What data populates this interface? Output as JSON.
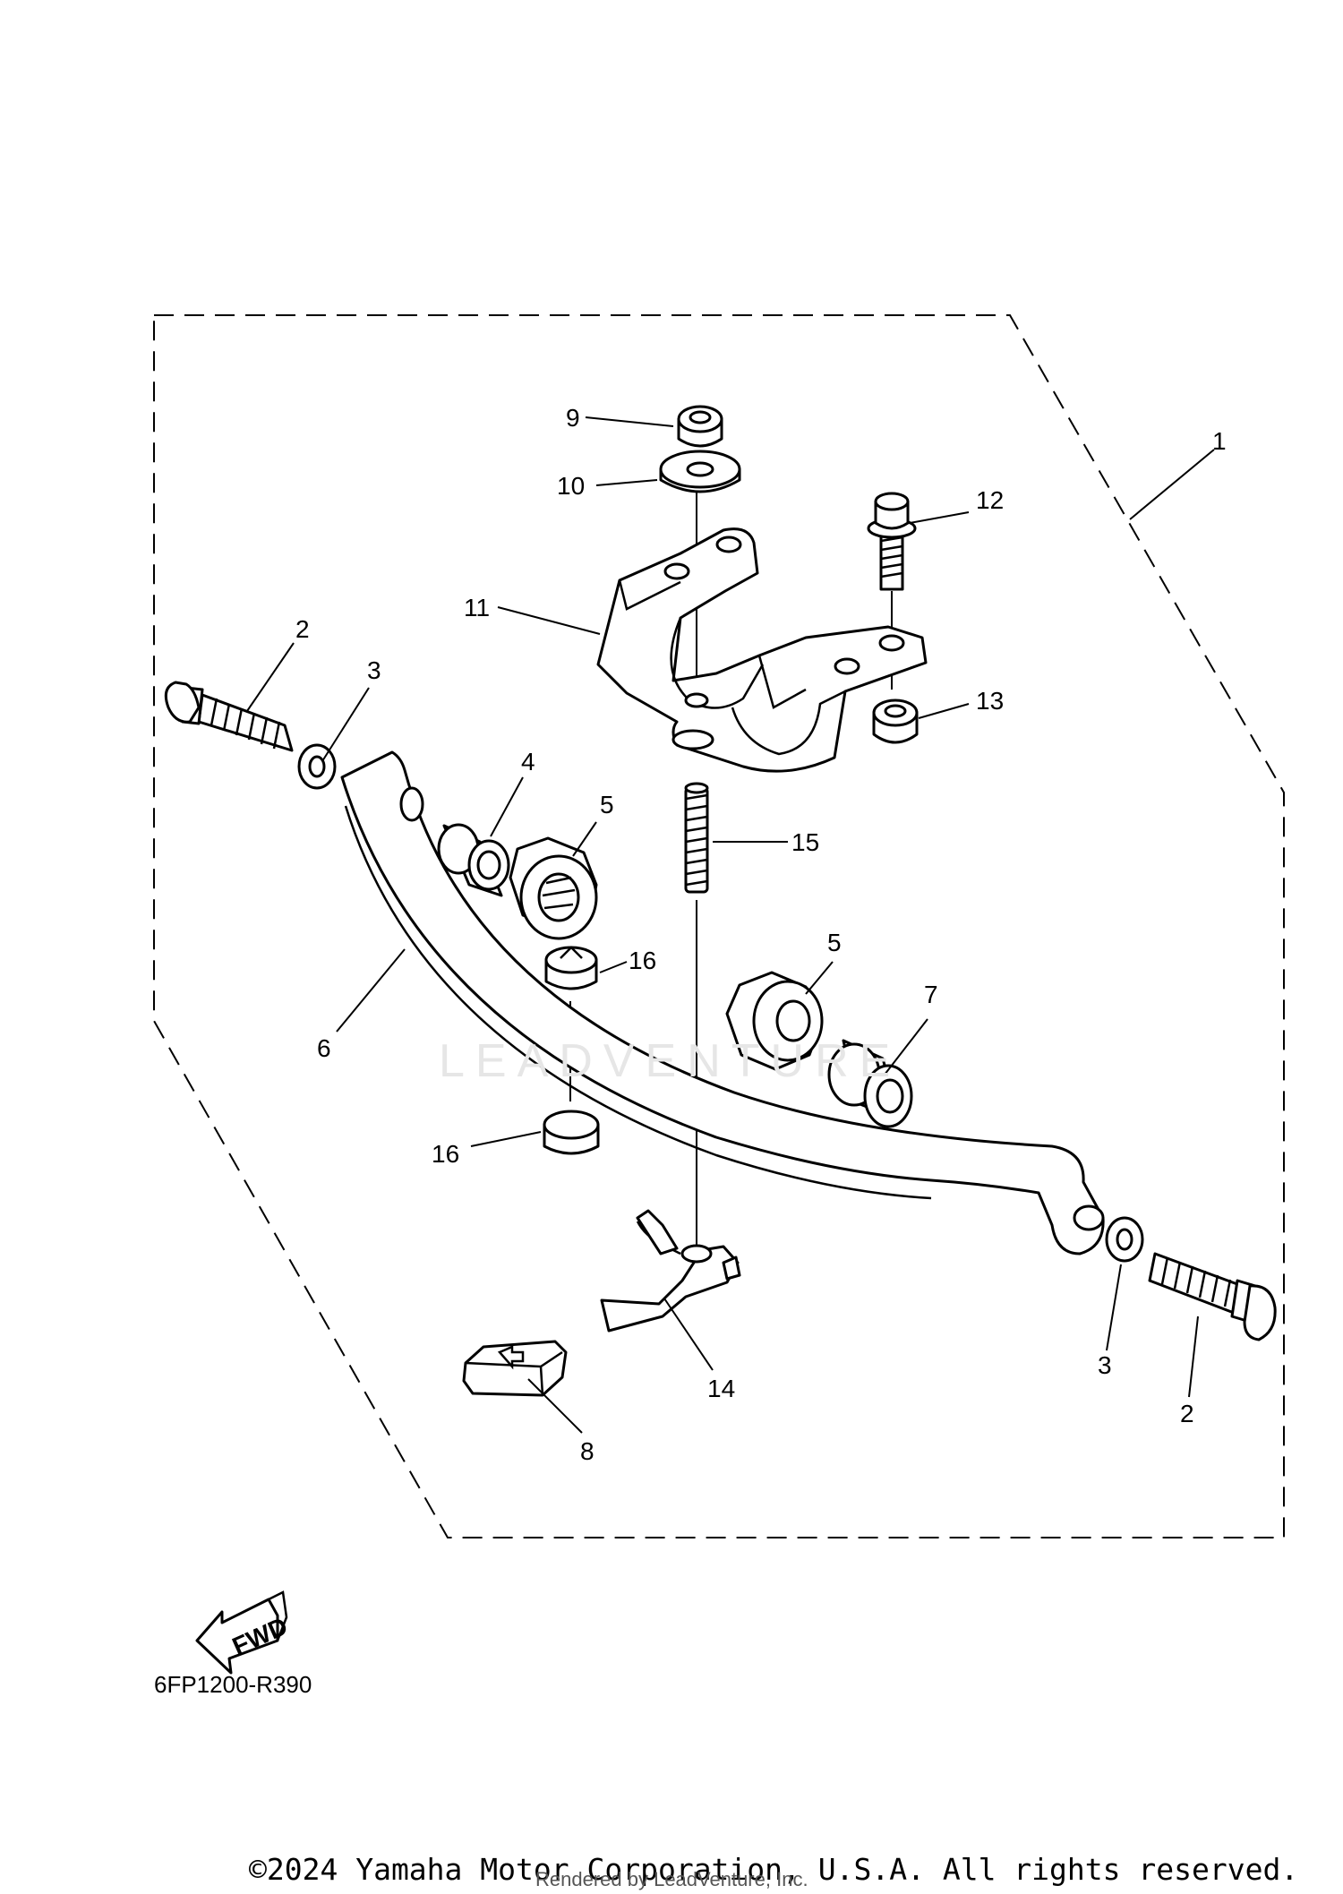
{
  "diagram": {
    "callouts": [
      {
        "id": "c1",
        "text": "1"
      },
      {
        "id": "c2a",
        "text": "2"
      },
      {
        "id": "c2b",
        "text": "2"
      },
      {
        "id": "c3a",
        "text": "3"
      },
      {
        "id": "c3b",
        "text": "3"
      },
      {
        "id": "c4",
        "text": "4"
      },
      {
        "id": "c5a",
        "text": "5"
      },
      {
        "id": "c5b",
        "text": "5"
      },
      {
        "id": "c6",
        "text": "6"
      },
      {
        "id": "c7",
        "text": "7"
      },
      {
        "id": "c8",
        "text": "8"
      },
      {
        "id": "c9",
        "text": "9"
      },
      {
        "id": "c10",
        "text": "10"
      },
      {
        "id": "c11",
        "text": "11"
      },
      {
        "id": "c12",
        "text": "12"
      },
      {
        "id": "c13",
        "text": "13"
      },
      {
        "id": "c14",
        "text": "14"
      },
      {
        "id": "c15",
        "text": "15"
      },
      {
        "id": "c16a",
        "text": "16"
      },
      {
        "id": "c16b",
        "text": "16"
      }
    ],
    "fwd_label": "FWD",
    "diagram_code": "6FP1200-R390",
    "watermark": "LEADVENTURE"
  },
  "footer": {
    "copyright": "©2024 Yamaha Motor Corporation, U.S.A. All rights reserved.",
    "rendered_by": "Rendered by LeadVenture, Inc."
  }
}
